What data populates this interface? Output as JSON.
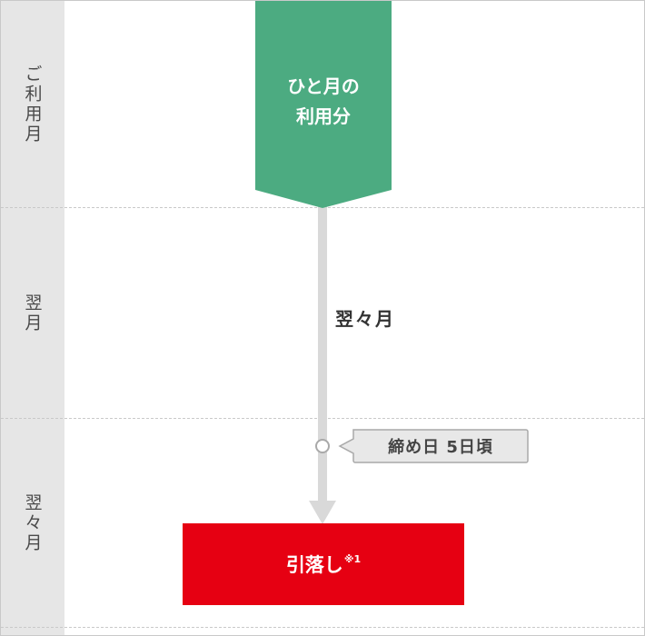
{
  "rows": [
    {
      "label": "ご利用月"
    },
    {
      "label": "翌月"
    },
    {
      "label": "翌々月"
    }
  ],
  "start_box": {
    "line1": "ひと月の",
    "line2": "利用分",
    "color": "#4cab81"
  },
  "timeline": {
    "month_label": "翌々月"
  },
  "callout": {
    "text": "締め日 5日頃"
  },
  "end_box": {
    "label": "引落し",
    "note": "※1",
    "color": "#e60012"
  },
  "colors": {
    "sidebar": "#e6e6e6",
    "arrow": "#d9d9d9",
    "divider": "#c9c9c9"
  }
}
